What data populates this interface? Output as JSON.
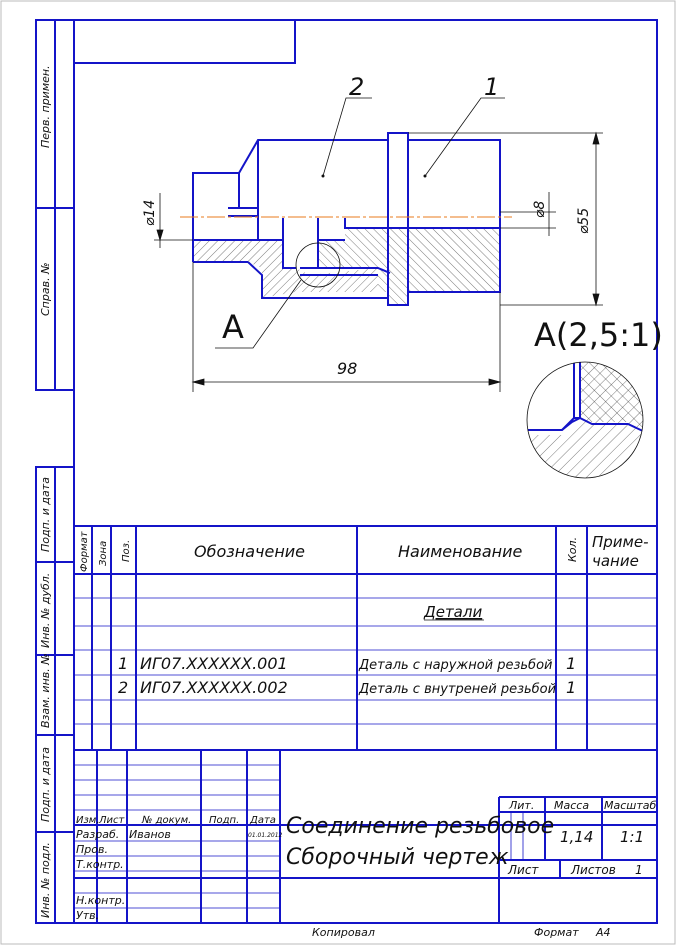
{
  "side_labels": {
    "perv_primen": "Перв. примен.",
    "sprav_no": "Справ. №",
    "podp_data_1": "Подп. и дата",
    "inv_dubl": "Инв. № дубл.",
    "vzam_inv": "Взам. инв. №",
    "podp_data_2": "Подп. и дата",
    "inv_podl": "Инв. № подл."
  },
  "drawing": {
    "callout_1": "1",
    "callout_2": "2",
    "dim_d14": "⌀14",
    "dim_d8": "⌀8",
    "dim_d55": "⌀55",
    "dim_98": "98",
    "view_label": "A",
    "detail_label": "A(2,5:1)"
  },
  "spec_table": {
    "headers": {
      "format": "Формат",
      "zone": "Зона",
      "pos": "Поз.",
      "designation": "Обозначение",
      "name": "Наименование",
      "qty": "Кол.",
      "note_line1": "Приме-",
      "note_line2": "чание"
    },
    "section_title": "Детали",
    "rows": [
      {
        "pos": "1",
        "designation": "ИГ07.XXXXXX.001",
        "name": "Деталь с наружной резьбой",
        "qty": "1"
      },
      {
        "pos": "2",
        "designation": "ИГ07.XXXXXX.002",
        "name": "Деталь с внутреней резьбой",
        "qty": "1"
      }
    ]
  },
  "title_block": {
    "col_izm": "Изм.",
    "col_list": "Лист",
    "col_docum": "№ докум.",
    "col_podp": "Подп.",
    "col_data": "Дата",
    "razrab_label": "Разраб.",
    "razrab_name": "Иванов",
    "razrab_date": "01.01.2012",
    "prov_label": "Пров.",
    "tkontr_label": "Т.контр.",
    "nkontr_label": "Н.контр.",
    "utv_label": "Утв.",
    "title_line1": "Соединение резьбовое",
    "title_line2": "Сборочный чертеж",
    "lit_label": "Лит.",
    "massa_label": "Масса",
    "masshtab_label": "Масштаб",
    "massa_value": "1,14",
    "masshtab_value": "1:1",
    "list_label": "Лист",
    "listov_label": "Листов",
    "listov_value": "1"
  },
  "footer": {
    "kopiroval": "Копировал",
    "format_label": "Формат",
    "format_value": "А4"
  }
}
